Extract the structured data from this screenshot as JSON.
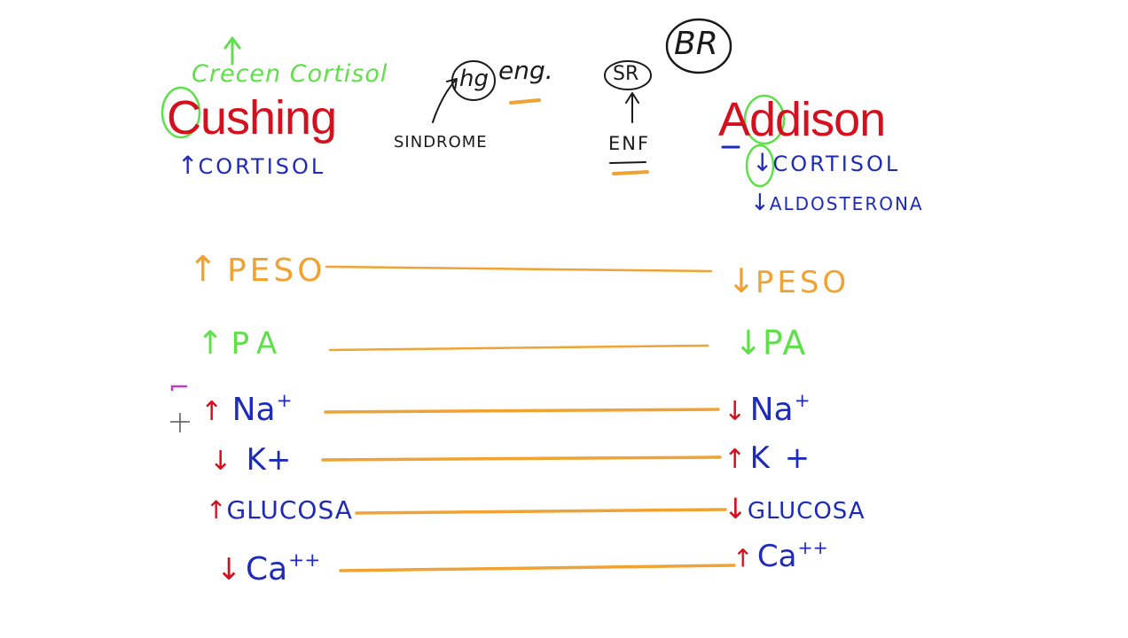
{
  "colors": {
    "red": "#d40f1e",
    "blue": "#1e2bb8",
    "green": "#5fe04a",
    "orange": "#f0a233",
    "black": "#1a1a1a",
    "magenta": "#c03cc8"
  },
  "left": {
    "title": "Cushing",
    "note": "Crecen Cortisol",
    "cortisol": "CORTISOL"
  },
  "middle": {
    "circle_left": "hg",
    "eng": "eng.",
    "sindrome": "SINDROME",
    "sr": "SR",
    "enf": "ENF",
    "br": "BR"
  },
  "right": {
    "title": "Addison",
    "cortisol": "CORTISOL",
    "aldosterona": "ALDOSTERONA"
  },
  "rows": {
    "peso_left": "PESO",
    "peso_right": "PESO",
    "pa_left": "PA",
    "pa_right": "PA",
    "na_left": "Na",
    "na_right": "Na",
    "k_left": "K+",
    "k_right": "K +",
    "glucosa_left": "GLUCOSA",
    "glucosa_right": "GLUCOSA",
    "ca_left": "Ca",
    "ca_right": "Ca",
    "plus": "+",
    "plusplus": "++"
  }
}
